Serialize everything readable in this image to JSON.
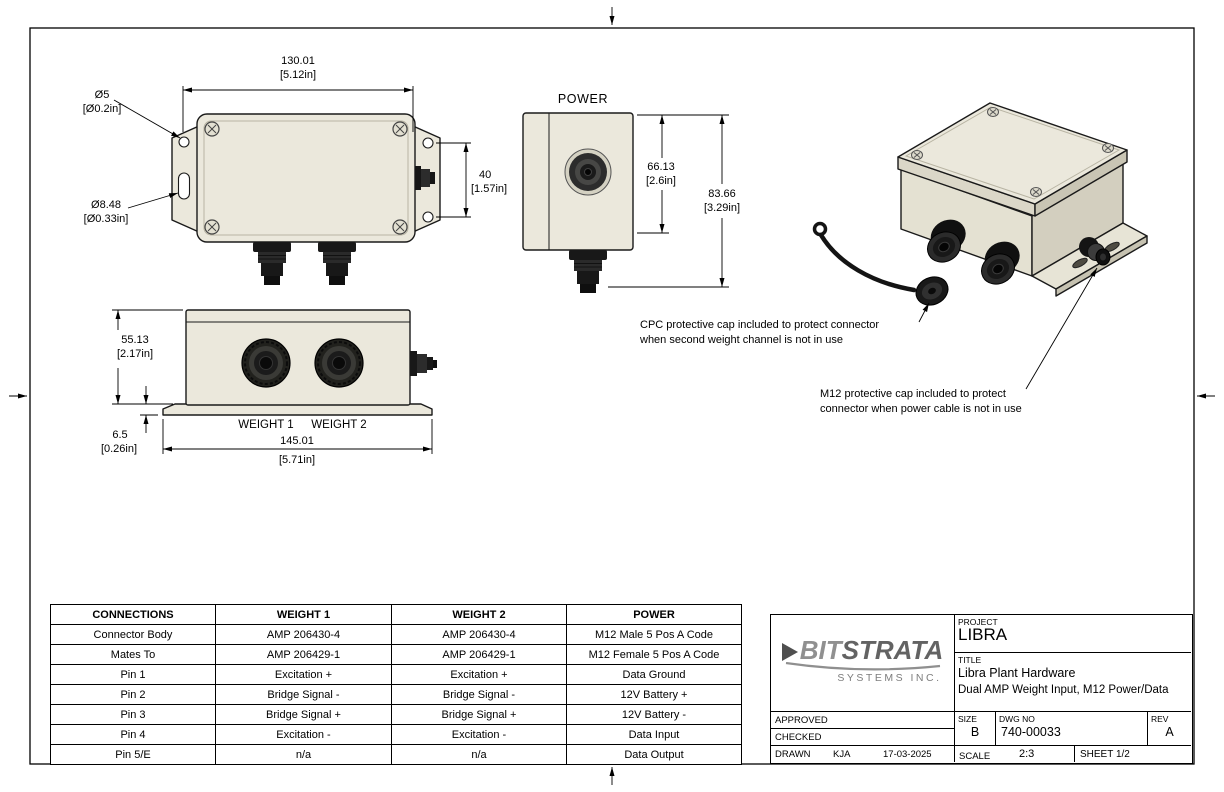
{
  "colors": {
    "enclosure": "#ebe8dc",
    "enclosure_shade": "#d6d2c2",
    "line": "#1a1a1a",
    "connector": "#1e1e1e",
    "logo_gray": "#8a8a8a"
  },
  "views": {
    "top": {
      "dim_width": "130.01",
      "dim_width_in": "[5.12in]",
      "dim_hole": "Ø5",
      "dim_hole_in": "[Ø0.2in]",
      "dim_slot": "Ø8.48",
      "dim_slot_in": "[Ø0.33in]",
      "dim_pitch": "40",
      "dim_pitch_in": "[1.57in]"
    },
    "side": {
      "label": "POWER",
      "dim_body": "66.13",
      "dim_body_in": "[2.6in]",
      "dim_overall": "83.66",
      "dim_overall_in": "[3.29in]"
    },
    "front": {
      "dim_height": "55.13",
      "dim_height_in": "[2.17in]",
      "dim_foot": "6.5",
      "dim_foot_in": "[0.26in]",
      "dim_width": "145.01",
      "dim_width_in": "[5.71in]",
      "label_weight1": "WEIGHT 1",
      "label_weight2": "WEIGHT 2"
    },
    "iso": {
      "note_cpc_line1": "CPC protective cap included to protect connector",
      "note_cpc_line2": "when second weight channel is not in use",
      "note_m12_line1": "M12 protective cap included to protect",
      "note_m12_line2": "connector when power cable is not in use"
    }
  },
  "table": {
    "headers": [
      "CONNECTIONS",
      "WEIGHT 1",
      "WEIGHT 2",
      "POWER"
    ],
    "rows": [
      [
        "Connector Body",
        "AMP 206430-4",
        "AMP 206430-4",
        "M12 Male 5 Pos A Code"
      ],
      [
        "Mates To",
        "AMP 206429-1",
        "AMP 206429-1",
        "M12 Female 5 Pos A Code"
      ],
      [
        "Pin 1",
        "Excitation +",
        "Excitation +",
        "Data Ground"
      ],
      [
        "Pin 2",
        "Bridge Signal -",
        "Bridge Signal -",
        "12V Battery +"
      ],
      [
        "Pin 3",
        "Bridge Signal +",
        "Bridge Signal +",
        "12V Battery -"
      ],
      [
        "Pin 4",
        "Excitation -",
        "Excitation -",
        "Data Input"
      ],
      [
        "Pin 5/E",
        "n/a",
        "n/a",
        "Data Output"
      ]
    ]
  },
  "title_block": {
    "logo": {
      "bit": "BIT",
      "strata": "STRATA",
      "subtitle": "SYSTEMS INC."
    },
    "project_label": "PROJECT",
    "project": "LIBRA",
    "title_label": "TITLE",
    "title_line1": "Libra Plant Hardware",
    "title_line2": "Dual AMP Weight Input, M12 Power/Data",
    "approved_label": "APPROVED",
    "checked_label": "CHECKED",
    "drawn_label": "DRAWN",
    "drawn_by": "KJA",
    "drawn_date": "17-03-2025",
    "size_label": "SIZE",
    "size": "B",
    "dwg_label": "DWG NO",
    "dwg_no": "740-00033",
    "rev_label": "REV",
    "rev": "A",
    "scale_label": "SCALE",
    "scale": "2:3",
    "sheet": "SHEET 1/2"
  }
}
